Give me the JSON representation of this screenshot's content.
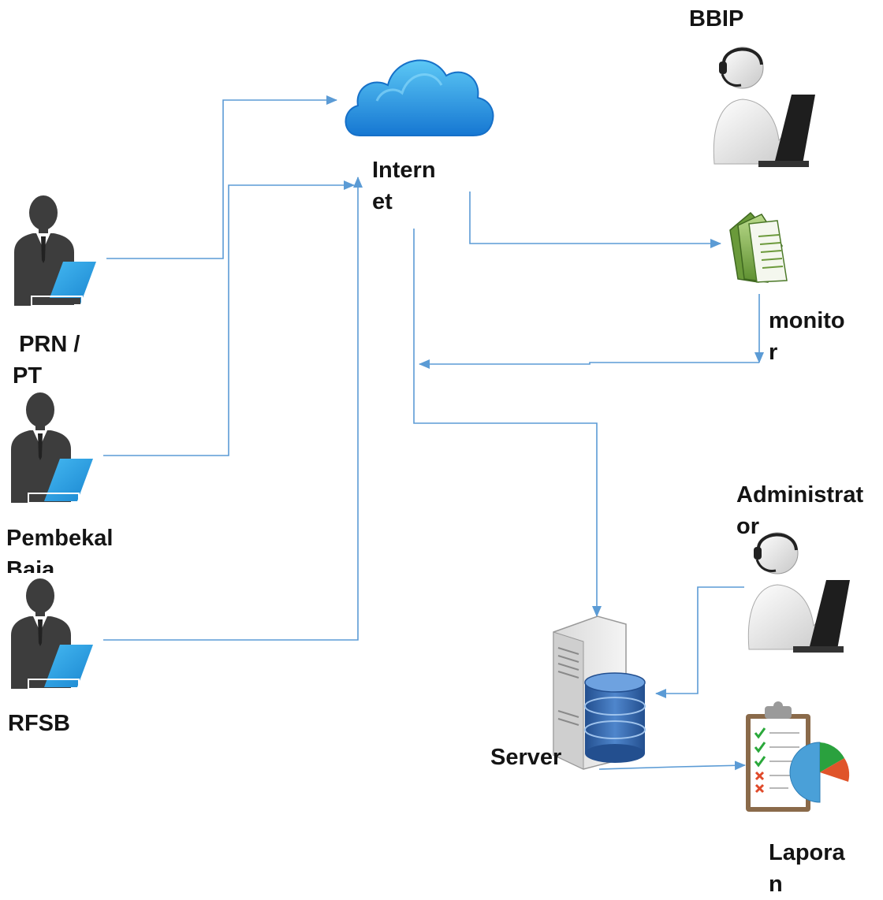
{
  "nodes": {
    "bbip": {
      "label": "BBIP"
    },
    "internet": {
      "label": "Intern\net"
    },
    "monitor": {
      "label": "monito\nr"
    },
    "prn_pt": {
      "label": " PRN /\nPT"
    },
    "pembekal_baja": {
      "label": "Pembekal\nBaja"
    },
    "rfsb": {
      "label": "RFSB"
    },
    "administrator": {
      "label": "Administrat\nor"
    },
    "server": {
      "label": "Server"
    },
    "laporan": {
      "label": "Lapora\nn"
    }
  },
  "colors": {
    "connector": "#5b9bd5",
    "cloud": "#1f8fe0",
    "person": "#3d3d3d",
    "laptop": "#29a3e8",
    "database": "#3b6fb6"
  },
  "icons": {
    "internet": "cloud-icon",
    "bbip": "headset-operator-laptop-icon",
    "administrator": "headset-operator-laptop-icon",
    "monitor": "documents-icon",
    "server": "server-database-icon",
    "laporan": "clipboard-pie-chart-icon",
    "prn_pt": "businessman-laptop-icon",
    "pembekal_baja": "businessman-laptop-icon",
    "rfsb": "businessman-laptop-icon"
  }
}
